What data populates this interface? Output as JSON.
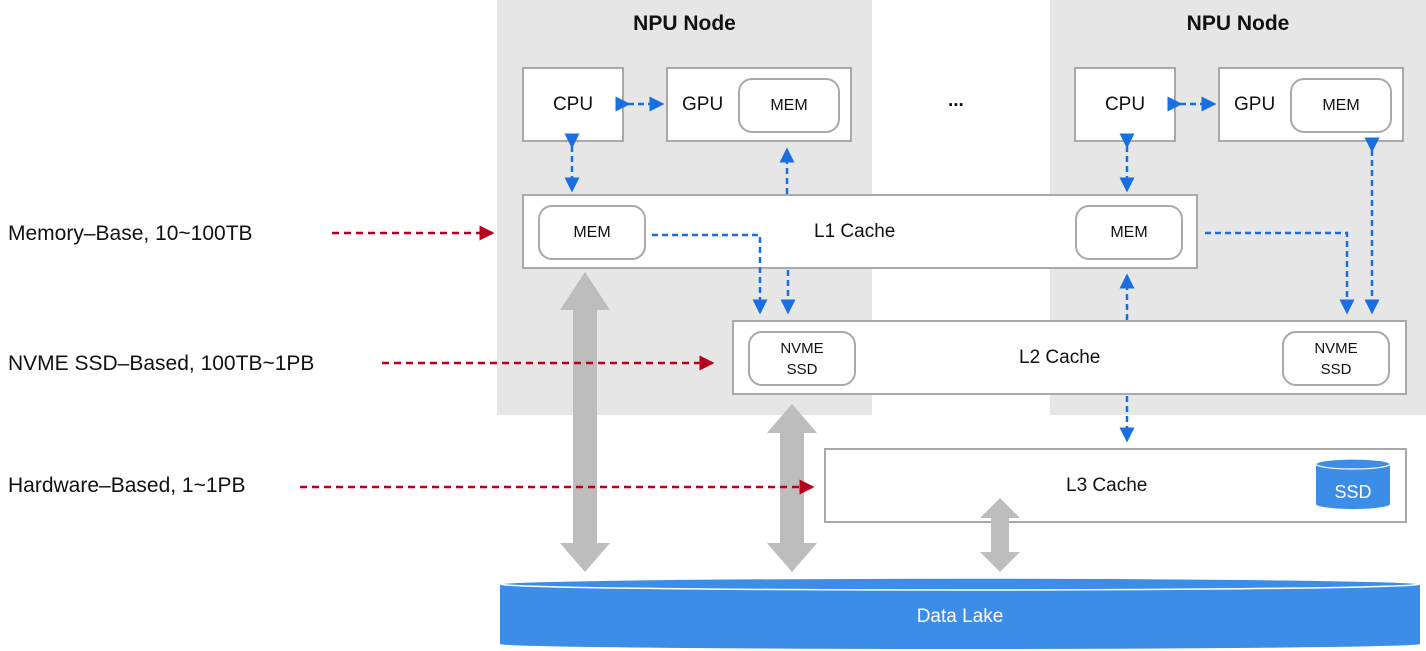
{
  "nodes": [
    {
      "title": "NPU Node",
      "cpu": "CPU",
      "gpu": "GPU",
      "gpu_mem": "MEM"
    },
    {
      "title": "NPU Node",
      "cpu": "CPU",
      "gpu": "GPU",
      "gpu_mem": "MEM"
    }
  ],
  "ellipsis": "...",
  "l1": {
    "label": "L1 Cache",
    "mem_left": "MEM",
    "mem_right": "MEM"
  },
  "l2": {
    "label": "L2 Cache",
    "ssd_left": [
      "NVME",
      "SSD"
    ],
    "ssd_right": [
      "NVME",
      "SSD"
    ]
  },
  "l3": {
    "label": "L3 Cache",
    "ssd_icon": "SSD"
  },
  "data_lake": {
    "label": "Data Lake"
  },
  "tiers": [
    {
      "label": "Memory–Base, 10~100TB"
    },
    {
      "label": "NVME SSD–Based, 100TB~1PB"
    },
    {
      "label": "Hardware–Based, 1~1PB"
    }
  ],
  "colors": {
    "node_bg": "#e6e6e6",
    "box_border": "#a9a9a9",
    "blue_arrow": "#1a6fe0",
    "red_arrow": "#b5001e",
    "gray_arrow": "#bdbdbd",
    "ssd_blue": "#3b8de8"
  }
}
